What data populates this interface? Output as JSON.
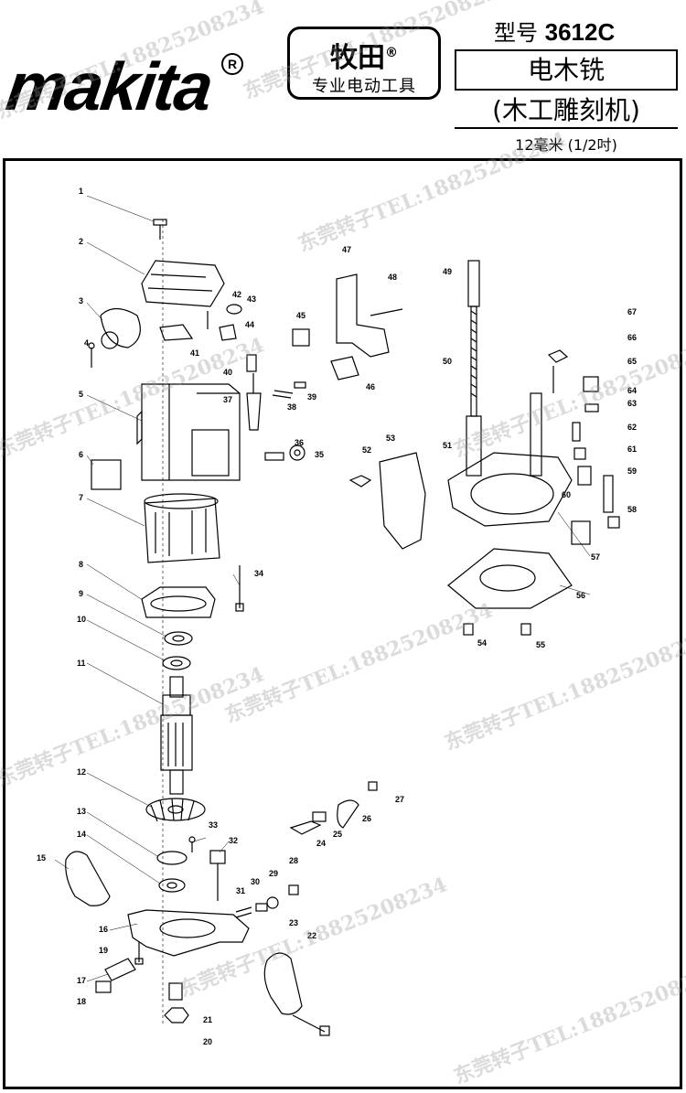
{
  "header": {
    "logo_text": "makita",
    "logo_reg": "R",
    "brand_cn": "牧田",
    "brand_reg": "®",
    "brand_tagline": "专业电动工具",
    "model_label": "型号",
    "model_number": "3612C",
    "product_name": "电木铣",
    "product_subname": "(木工雕刻机)",
    "product_size": "12毫米 (1/2吋)"
  },
  "watermark": "东莞转子TEL:18825208234",
  "part_numbers": [
    "1",
    "2",
    "3",
    "4",
    "5",
    "6",
    "7",
    "8",
    "9",
    "10",
    "11",
    "12",
    "13",
    "14",
    "15",
    "16",
    "17",
    "18",
    "19",
    "20",
    "21",
    "22",
    "23",
    "24",
    "25",
    "26",
    "27",
    "28",
    "29",
    "30",
    "31",
    "32",
    "33",
    "34",
    "35",
    "36",
    "37",
    "38",
    "39",
    "40",
    "41",
    "42",
    "43",
    "44",
    "45",
    "46",
    "47",
    "48",
    "49",
    "50",
    "51",
    "52",
    "53",
    "54",
    "55",
    "56",
    "57",
    "58",
    "59",
    "60",
    "61",
    "62",
    "63",
    "64",
    "65",
    "66",
    "67"
  ]
}
